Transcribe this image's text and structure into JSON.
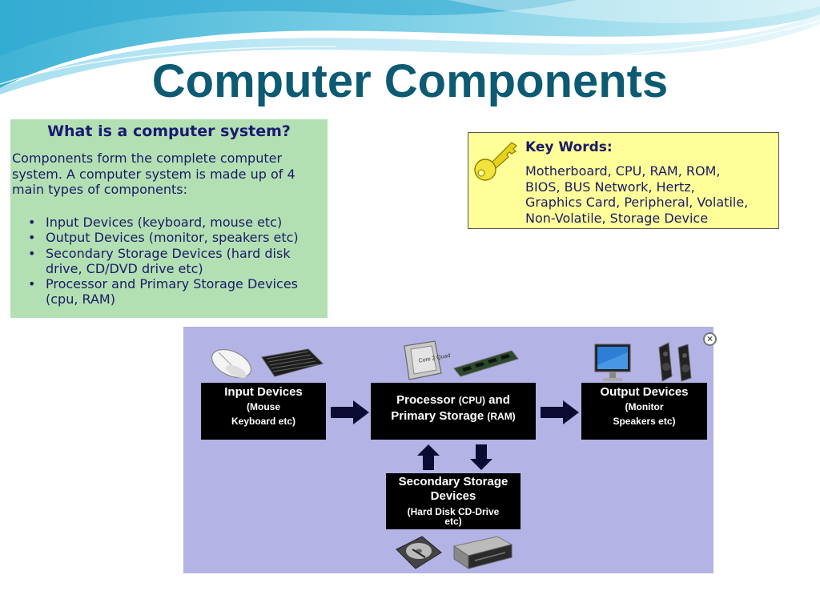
{
  "slide": {
    "title": "Computer Components"
  },
  "green_box": {
    "heading": "What is a computer system?",
    "intro_lines": [
      "Components form the complete computer",
      "system. A computer system is made up of 4",
      "main types of components:"
    ],
    "bullets": [
      [
        "Input Devices (keyboard, mouse etc)"
      ],
      [
        "Output Devices (monitor, speakers etc)"
      ],
      [
        "Secondary Storage Devices (hard disk",
        "drive, CD/DVD drive etc)"
      ],
      [
        "Processor and Primary Storage Devices",
        "(cpu, RAM)"
      ]
    ]
  },
  "key_words": {
    "heading": "Key Words:",
    "lines": [
      "Motherboard, CPU, RAM, ROM,",
      "BIOS, BUS Network, Hertz,",
      "Graphics Card, Peripheral, Volatile,",
      "Non-Volatile, Storage Device"
    ],
    "icon": "key-icon"
  },
  "diagram": {
    "input": {
      "title": "Input Devices",
      "sub1": "(Mouse",
      "sub2": "Keyboard etc)"
    },
    "processor": {
      "line1a": "Processor ",
      "line1b": "(CPU)",
      "line1c": " and",
      "line2a": "Primary Storage ",
      "line2b": "(RAM)"
    },
    "output": {
      "title": "Output Devices",
      "sub1": "(Monitor",
      "sub2": "Speakers etc)"
    },
    "secondary": {
      "title1": "Secondary Storage",
      "title2": "Devices",
      "sub1": "(Hard Disk CD-Drive",
      "sub2": "etc)"
    },
    "close_glyph": "×",
    "cpu_chip_text": "Core 2 Quad",
    "colors": {
      "background": "#b3b3e6",
      "box": "#000000",
      "arrow": "#0a0a33"
    }
  },
  "colors": {
    "title": "#0d5a73",
    "green_box": "#b3e0b3",
    "yellow_box": "#ffff99",
    "text": "#1a1a66"
  }
}
